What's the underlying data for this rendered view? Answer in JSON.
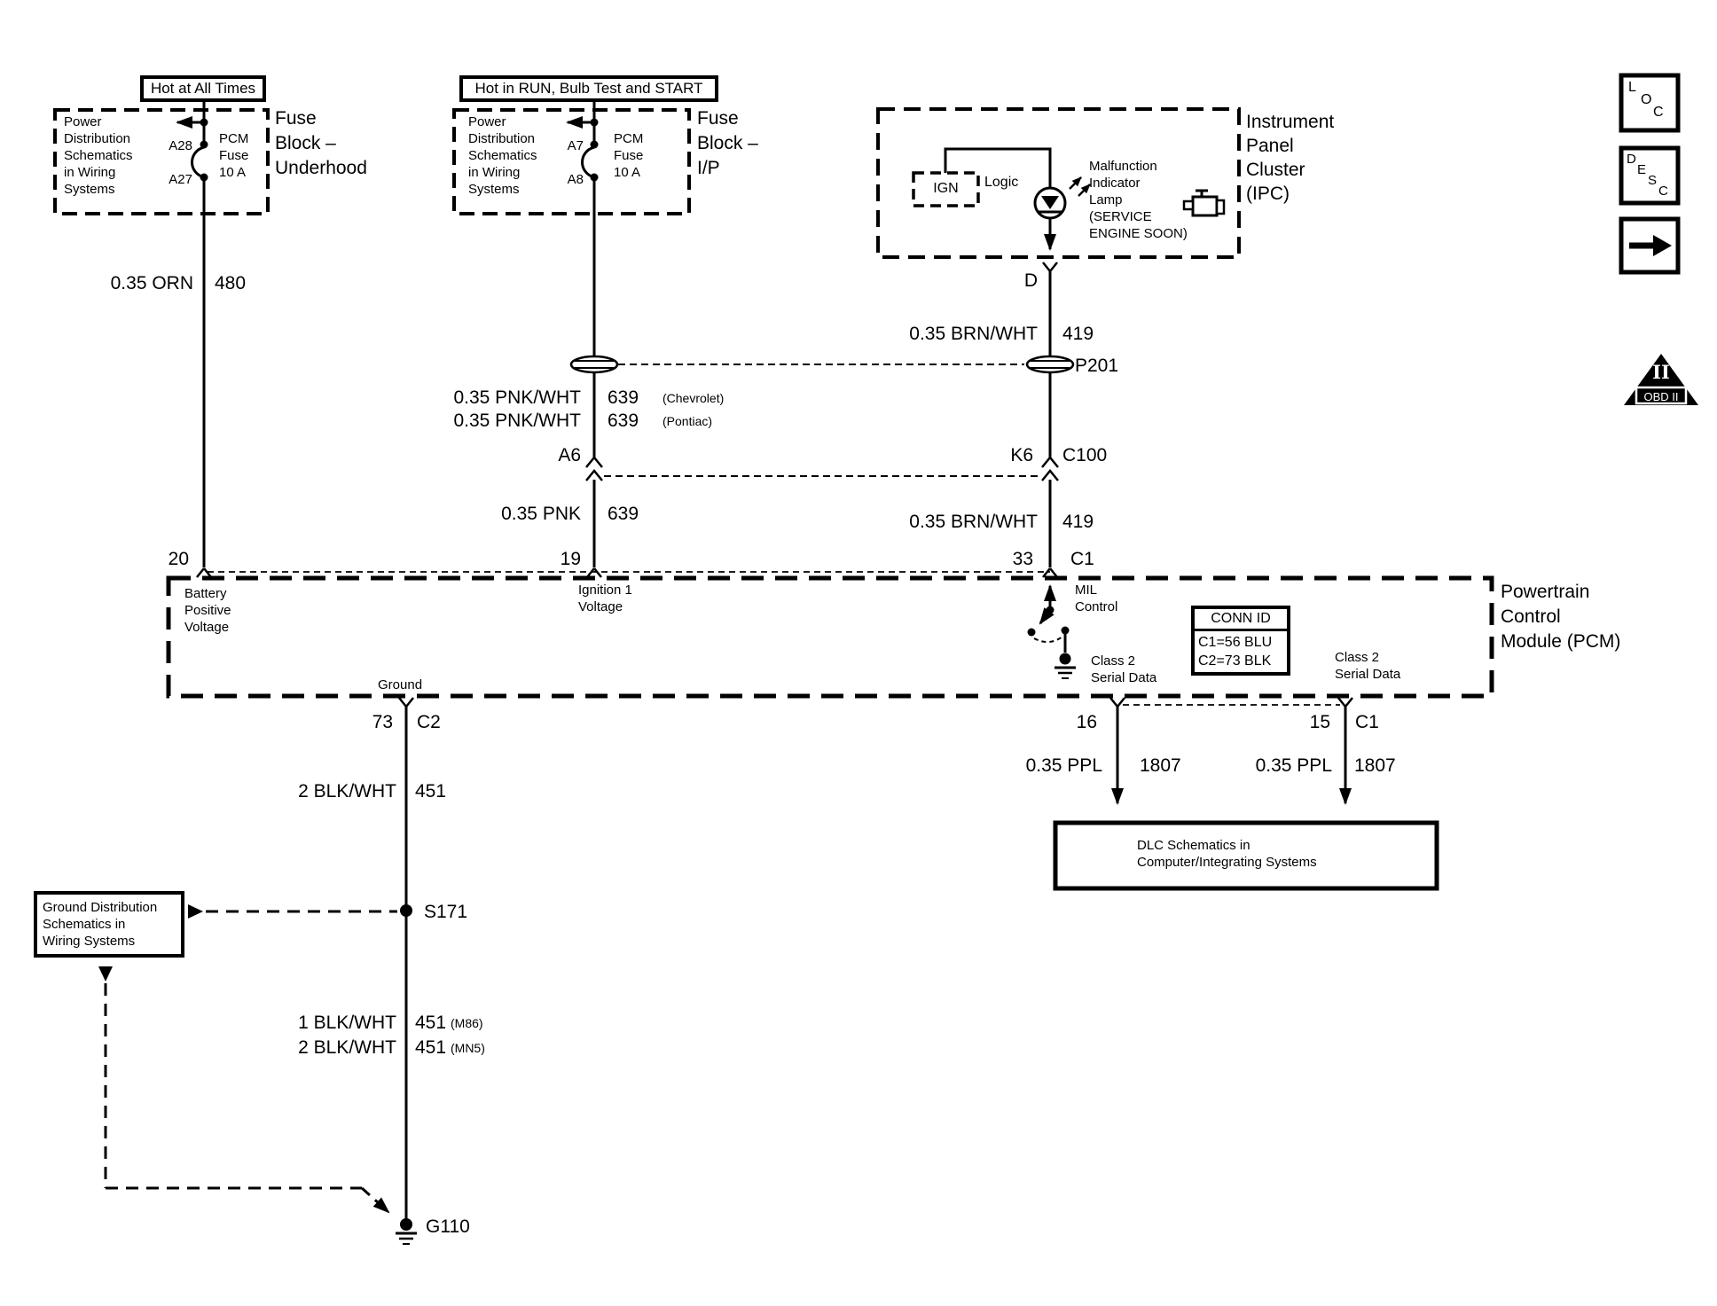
{
  "banners": {
    "hot_at_all_times": "Hot at All Times",
    "hot_in_run": "Hot in RUN, Bulb Test and START"
  },
  "fuse_block_underhood": {
    "ref_lines": [
      "Power",
      "Distribution",
      "Schematics",
      "in Wiring",
      "Systems"
    ],
    "pin_top": "A28",
    "pin_bottom": "A27",
    "fuse_lines": [
      "PCM",
      "Fuse",
      "10 A"
    ],
    "label_lines": [
      "Fuse",
      "Block –",
      "Underhood"
    ]
  },
  "fuse_block_ip": {
    "ref_lines": [
      "Power",
      "Distribution",
      "Schematics",
      "in Wiring",
      "Systems"
    ],
    "pin_top": "A7",
    "pin_bottom": "A8",
    "fuse_lines": [
      "PCM",
      "Fuse",
      "10 A"
    ],
    "label_lines": [
      "Fuse",
      "Block –",
      "I/P"
    ]
  },
  "ipc": {
    "ign": "IGN",
    "logic": "Logic",
    "mil_lamp_lines": [
      "Malfunction",
      "Indicator",
      "Lamp",
      "(SERVICE",
      "ENGINE SOON)"
    ],
    "label_lines": [
      "Instrument",
      "Panel",
      "Cluster",
      "(IPC)"
    ],
    "pin_d": "D"
  },
  "corner_icons": {
    "loc_letters": [
      "L",
      "O",
      "C"
    ],
    "desc_letters": [
      "D",
      "E",
      "S",
      "C"
    ],
    "obd_numeral": "II",
    "obd_label": "OBD II"
  },
  "wires": {
    "orn": {
      "size_color": "0.35 ORN",
      "circuit": "480"
    },
    "brn_wht_upper": {
      "size_color": "0.35 BRN/WHT",
      "circuit": "419"
    },
    "pnk_wht_chevrolet": {
      "size_color": "0.35 PNK/WHT",
      "circuit": "639",
      "variant": "(Chevrolet)"
    },
    "pnk_wht_pontiac": {
      "size_color": "0.35 PNK/WHT",
      "circuit": "639",
      "variant": "(Pontiac)"
    },
    "pnk": {
      "size_color": "0.35 PNK",
      "circuit": "639"
    },
    "brn_wht_lower": {
      "size_color": "0.35 BRN/WHT",
      "circuit": "419"
    },
    "blk_wht": {
      "size_color": "2 BLK/WHT",
      "circuit": "451"
    },
    "blk_wht_m86": {
      "size_color": "1 BLK/WHT",
      "circuit": "451",
      "variant": "(M86)"
    },
    "blk_wht_mn5": {
      "size_color": "2 BLK/WHT",
      "circuit": "451",
      "variant": "(MN5)"
    },
    "ppl_left": {
      "size_color": "0.35 PPL",
      "circuit": "1807"
    },
    "ppl_right": {
      "size_color": "0.35 PPL",
      "circuit": "1807"
    }
  },
  "connectors": {
    "p201": "P201",
    "a6": "A6",
    "k6": "K6",
    "c100": "C100",
    "pin_d": "D",
    "pin20": "20",
    "pin19": "19",
    "pin33": "33",
    "pin33_conn": "C1",
    "pin73": "73",
    "pin73_conn": "C2",
    "pin16": "16",
    "pin15": "15",
    "pin15_conn": "C1",
    "s171": "S171",
    "g110": "G110"
  },
  "pcm": {
    "battery_lines": [
      "Battery",
      "Positive",
      "Voltage"
    ],
    "ignition_lines": [
      "Ignition 1",
      "Voltage"
    ],
    "mil_lines": [
      "MIL",
      "Control"
    ],
    "class2_left_lines": [
      "Class 2",
      "Serial Data"
    ],
    "class2_right_lines": [
      "Class 2",
      "Serial Data"
    ],
    "ground": "Ground",
    "conn_id": {
      "header": "CONN ID",
      "rows": [
        "C1=56 BLU",
        "C2=73 BLK"
      ]
    },
    "label_lines": [
      "Powertrain",
      "Control",
      "Module (PCM)"
    ]
  },
  "ground_ref": {
    "lines": [
      "Ground Distribution",
      "Schematics in",
      "Wiring Systems"
    ]
  },
  "dlc": {
    "lines": [
      "DLC Schematics in",
      "Computer/Integrating Systems"
    ]
  }
}
